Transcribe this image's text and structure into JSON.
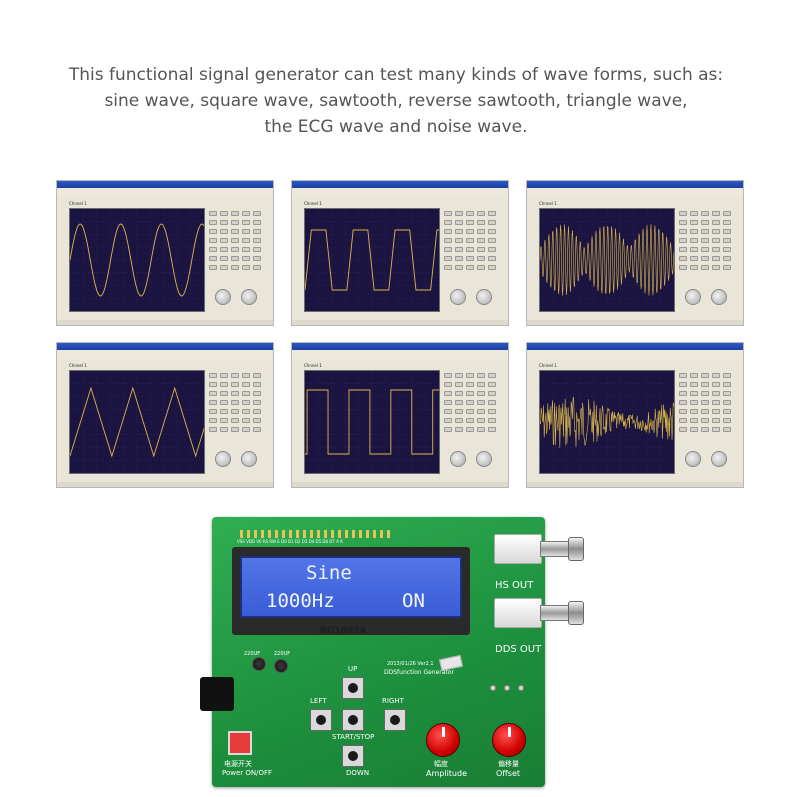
{
  "headline": {
    "line1": "This functional signal generator can test many kinds of wave forms, such as:",
    "line2": "sine wave, square wave, sawtooth, reverse sawtooth, triangle wave,",
    "line3": "the ECG wave and noise wave."
  },
  "screenshots": [
    {
      "wave": "sine",
      "channel": "Chnnel 1"
    },
    {
      "wave": "trapezoid",
      "channel": "Chnnel 1"
    },
    {
      "wave": "modulated",
      "channel": "Chnnel 1"
    },
    {
      "wave": "triangle",
      "channel": "Chnnel 1"
    },
    {
      "wave": "square",
      "channel": "Chnnel 1"
    },
    {
      "wave": "noise",
      "channel": "Chnnel 1"
    }
  ],
  "scope_colors": {
    "background": "#1c1440",
    "trace": "#d9b84a",
    "grid": "#3b3470"
  },
  "board": {
    "lcd_line1": "Sine",
    "lcd_line2_left": "1000Hz",
    "lcd_line2_right": "ON",
    "lcd_model": "RG1602A",
    "pin_labels": "VSS VDD V0 RS RW E D0 D1 D2 D3 D4 D5 D6 D7 A K",
    "hs_out": "HS OUT",
    "dds_out": "DDS OUT",
    "up": "UP",
    "down": "DOWN",
    "left": "LEFT",
    "right": "RIGHT",
    "start_stop": "START/STOP",
    "version": "2013/01/26 Ver2.1",
    "board_name": "DDSfunction Generator",
    "amplitude_cn": "幅度",
    "amplitude": "Amplitude",
    "offset_cn": "偏移量",
    "offset": "Offset",
    "power_cn": "电源开关",
    "power": "Power ON/OFF",
    "cap1": "220UF",
    "cap2": "220UF"
  }
}
